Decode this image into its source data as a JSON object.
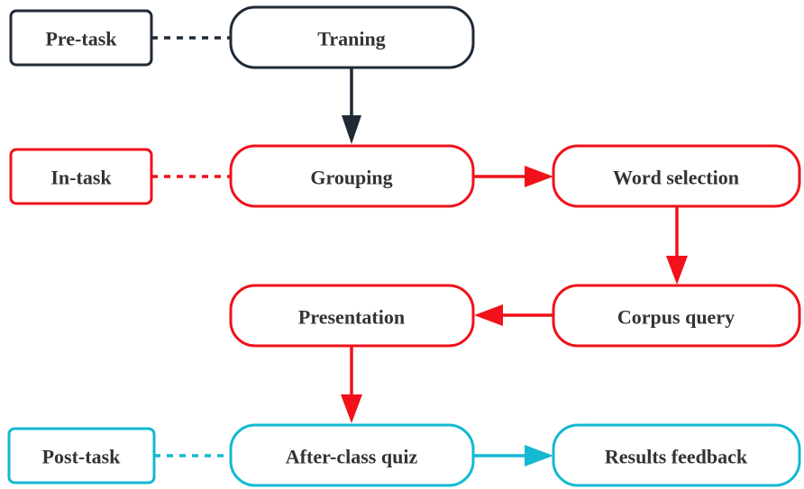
{
  "colors": {
    "pre": "#1f2a36",
    "in": "#f0111a",
    "post": "#13b9d0",
    "text": "#333333",
    "background": "#ffffff"
  },
  "phases": {
    "pre": "Pre-task",
    "in": "In-task",
    "post": "Post-task"
  },
  "steps": {
    "training": "Traning",
    "grouping": "Grouping",
    "word_selection": "Word selection",
    "corpus_query": "Corpus query",
    "presentation": "Presentation",
    "quiz": "After-class quiz",
    "feedback": "Results feedback"
  }
}
